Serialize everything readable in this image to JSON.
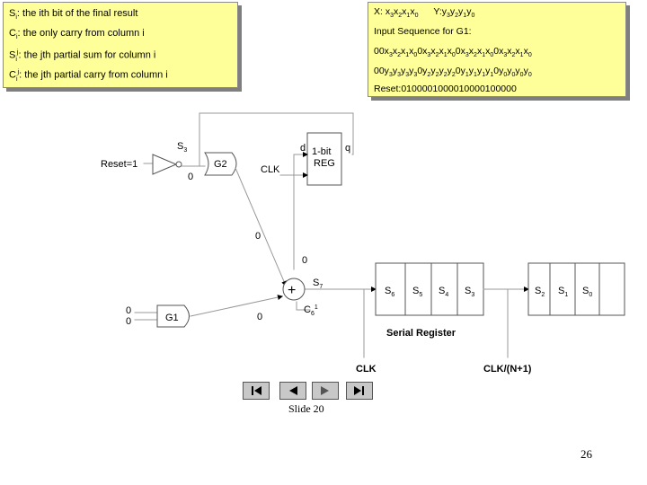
{
  "legend_left": {
    "l1": {
      "sym": "S",
      "sub": "i",
      "text": ": the ith bit of the final result"
    },
    "l2": {
      "sym": "C",
      "sub": "i",
      "text": ": the only carry from column i"
    },
    "l3": {
      "sym": "S",
      "sub": "i",
      "sup": "j",
      "text": ": the jth partial sum for column i"
    },
    "l4": {
      "sym": "C",
      "sub": "i",
      "sup": "j",
      "text": ": the jth partial carry from column i"
    }
  },
  "legend_right": {
    "x_label": "X: x",
    "x_bits": [
      "3",
      "2",
      "1",
      "0"
    ],
    "y_label": "Y:y",
    "y_bits": [
      "3",
      "2",
      "1",
      "0"
    ],
    "seq_title": "Input Sequence for G1:",
    "seq_x": [
      [
        "00x",
        "3",
        "x",
        "2",
        "x",
        "1",
        "x",
        "0"
      ],
      [
        "0x",
        "3",
        "x",
        "2",
        "x",
        "1",
        "x",
        "0"
      ],
      [
        "0x",
        "3",
        "x",
        "2",
        "x",
        "1",
        "x",
        "0"
      ],
      [
        "0x",
        "3",
        "x",
        "2",
        "x",
        "1",
        "x",
        "0"
      ]
    ],
    "seq_y": [
      [
        "00y",
        "3",
        "y",
        "3",
        "y",
        "3",
        "y",
        "3"
      ],
      [
        "0y",
        "2",
        "y",
        "2",
        "y",
        "2",
        "y",
        "2"
      ],
      [
        "0y",
        "1",
        "y",
        "1",
        "y",
        "1",
        "y",
        "1"
      ],
      [
        "0y",
        "0",
        "y",
        "0",
        "y",
        "0",
        "y",
        "0"
      ]
    ],
    "reset": "Reset:0100001000010000100000"
  },
  "diagram": {
    "reset_label": "Reset=1",
    "s3": "S",
    "s3_sub": "3",
    "zero_after_not": "0",
    "g2": "G2",
    "d": "d",
    "q": "q",
    "reg_line1": "1-bit",
    "reg_line2": "REG",
    "clk": "CLK",
    "zero_left_wire": "0",
    "zero_above_adder": "0",
    "adder_sign": "+",
    "adder_s": "S",
    "adder_s_sub": "7",
    "adder_c": "C",
    "adder_c_sub": "6",
    "adder_c_sup": "1",
    "g1_in1": "0",
    "g1_in2": "0",
    "g1": "G1",
    "zero_g1_out": "0",
    "shift_cells": [
      {
        "s": "S",
        "sub": "6"
      },
      {
        "s": "S",
        "sub": "5"
      },
      {
        "s": "S",
        "sub": "4"
      },
      {
        "s": "S",
        "sub": "3"
      }
    ],
    "out_cells": [
      {
        "s": "S",
        "sub": "2"
      },
      {
        "s": "S",
        "sub": "1"
      },
      {
        "s": "S",
        "sub": "0"
      }
    ],
    "serial_register": "Serial Register",
    "clk_bottom": "CLK",
    "clk_n1": "CLK/(N+1)"
  },
  "nav": {
    "first": "first-icon",
    "prev": "prev-icon",
    "next": "next-icon",
    "last": "last-icon"
  },
  "slide_label": "Slide 20",
  "page_number": "26"
}
